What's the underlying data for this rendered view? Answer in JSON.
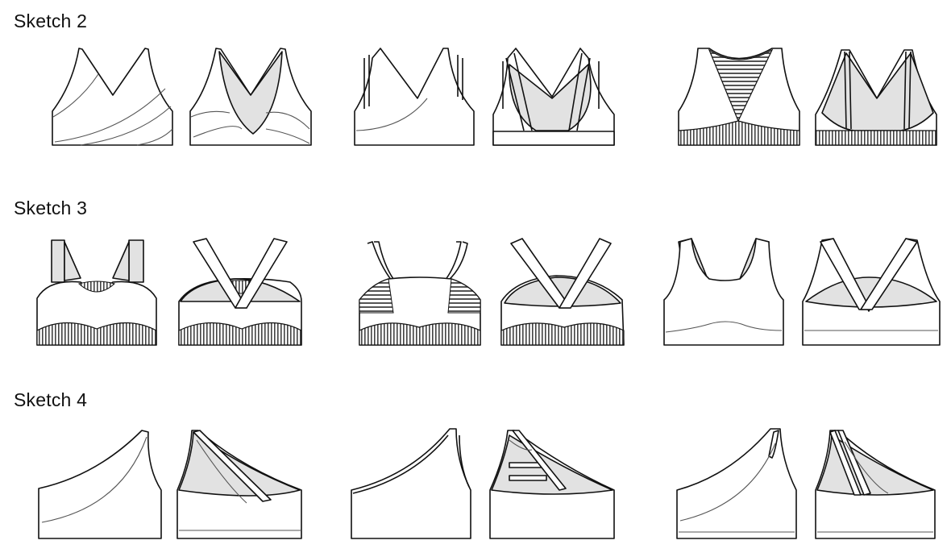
{
  "labels": {
    "sketch2": "Sketch 2",
    "sketch3": "Sketch 3",
    "sketch4": "Sketch 4"
  },
  "colors": {
    "line": "#111111",
    "fill": "#ffffff",
    "lining": "#e2e2e2",
    "seam": "#555555"
  }
}
